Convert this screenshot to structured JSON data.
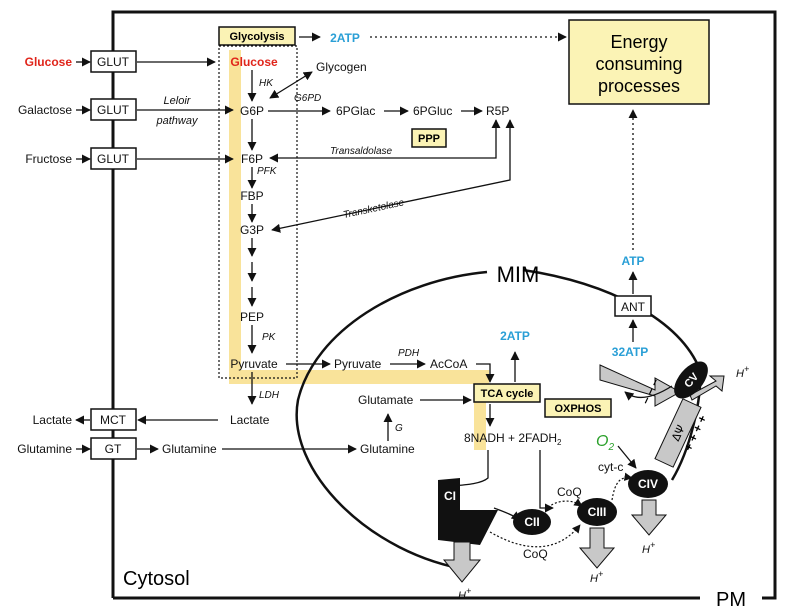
{
  "compartments": {
    "cytosol": "Cytosol",
    "plasma_membrane": "PM",
    "mito_inner_membrane": "MIM"
  },
  "boxes": {
    "glycolysis": "Glycolysis",
    "ppp": "PPP",
    "tca": "TCA cycle",
    "oxphos": "OXPHOS",
    "energy_1": "Energy",
    "energy_2": "consuming",
    "energy_3": "processes"
  },
  "transporters": {
    "glut_1": "GLUT",
    "glut_2": "GLUT",
    "glut_3": "GLUT",
    "mct": "MCT",
    "gt": "GT",
    "ant": "ANT"
  },
  "external_metabolites": {
    "glucose": "Glucose",
    "galactose": "Galactose",
    "fructose": "Fructose",
    "lactate": "Lactate",
    "glutamine": "Glutamine"
  },
  "pathway_notes": {
    "leloir_1": "Leloir",
    "leloir_2": "pathway"
  },
  "metabolites": {
    "glucose": "Glucose",
    "glycogen": "Glycogen",
    "g6p": "G6P",
    "pgl": "6PGlac",
    "pgl2": "6PGluc",
    "r5p": "R5P",
    "f6p": "F6P",
    "fbp": "FBP",
    "g3p": "G3P",
    "pep": "PEP",
    "pyruvate": "Pyruvate",
    "pyruvate_mito": "Pyruvate",
    "acoa": "AcCoA",
    "lactate": "Lactate",
    "glutamine": "Glutamine",
    "glutamine_mito": "Glutamine",
    "glutamate": "Glutamate",
    "nadh": "8NADH + 2FADH",
    "nadh_sub": "2"
  },
  "enzymes": {
    "hk": "HK",
    "g6pd": "G6PD",
    "pfk": "PFK",
    "pk": "PK",
    "ldh": "LDH",
    "pdh": "PDH",
    "g": "G",
    "transaldolase": "Transaldolase",
    "transketolase": "Transketolase"
  },
  "atp": {
    "glyco": "2ATP",
    "tca": "2ATP",
    "oxphos": "32ATP",
    "ant_out": "ATP"
  },
  "complexes": {
    "ci": "CI",
    "cii": "CII",
    "ciii": "CIII",
    "civ": "CIV",
    "cv": "CV"
  },
  "carriers": {
    "coq_1": "CoQ",
    "coq_2": "CoQ",
    "cytc": "cyt-c"
  },
  "oxygen": {
    "symbol": "O",
    "sub": "2"
  },
  "protons": {
    "h_ci": "H",
    "h_ciii": "H",
    "h_civ": "H",
    "h_cv": "H",
    "sup": "+"
  },
  "potential": {
    "symbol": "ΔΨ",
    "minus": "– – –",
    "plus": "+ + + +"
  },
  "colors": {
    "red": "#e0251b",
    "blue": "#2a9fd6",
    "green": "#2aa02a",
    "box_fill": "#fbf3b5",
    "yellow_path": "#f9e39a",
    "gray": "#c8c8c8"
  }
}
